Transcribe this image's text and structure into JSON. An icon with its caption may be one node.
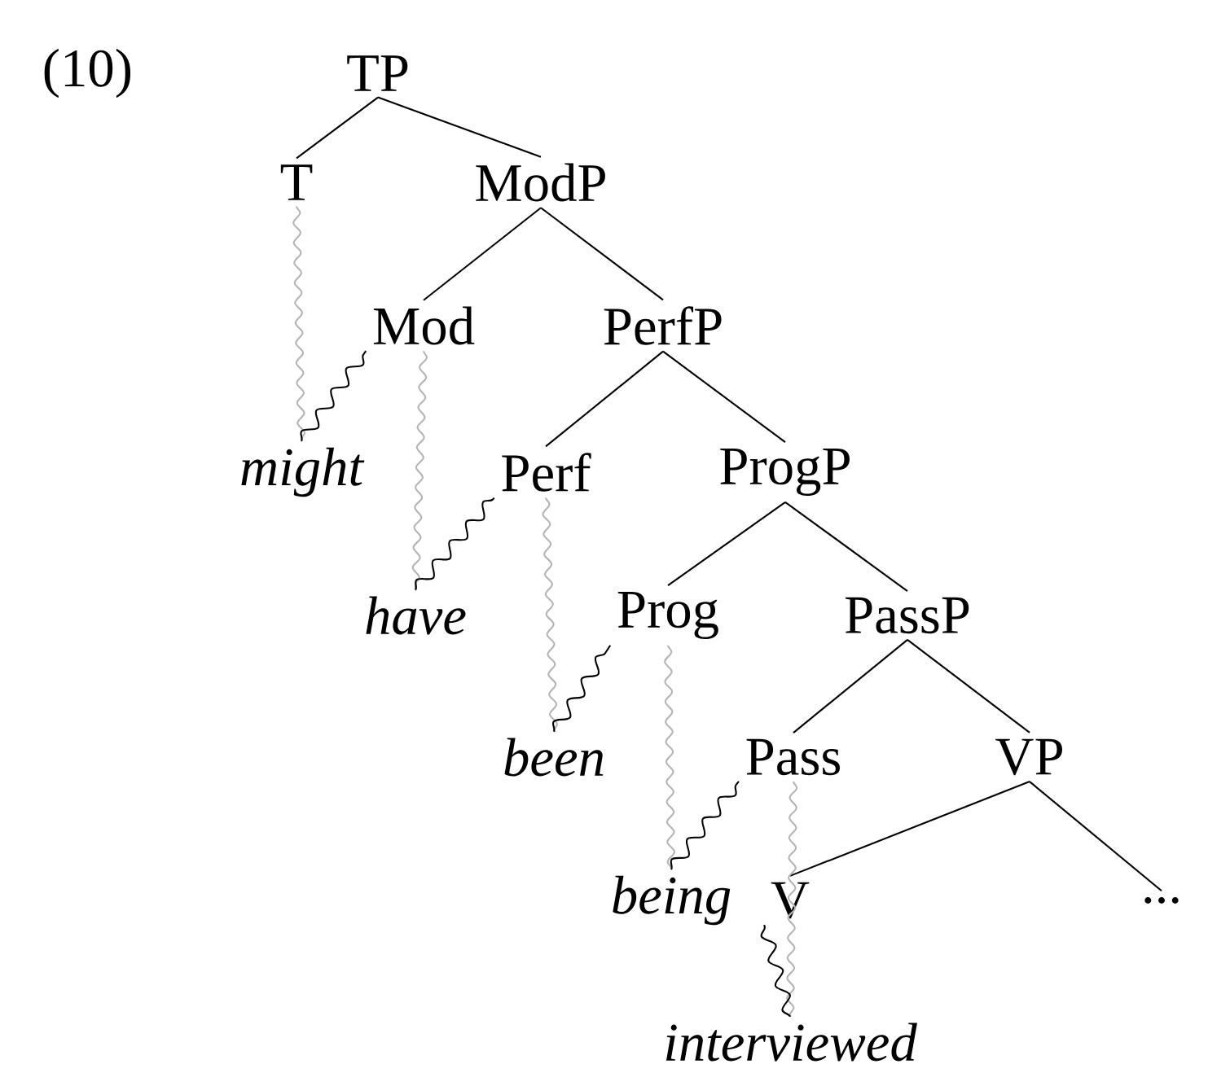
{
  "diagram": {
    "nodes": [
      {
        "text": [
          "TP"
        ]
      },
      {
        "text": [
          "T"
        ]
      },
      {
        "text": [
          "ModP"
        ]
      },
      {
        "text": [
          "Mod"
        ]
      },
      {
        "text": [
          "PerfP"
        ]
      },
      {
        "text": [
          "might"
        ]
      },
      {
        "text": [
          "Perf"
        ]
      },
      {
        "text": [
          "ProgP"
        ]
      },
      {
        "text": [
          "have"
        ]
      },
      {
        "text": [
          "Prog"
        ]
      },
      {
        "text": [
          "PassP"
        ]
      },
      {
        "text": [
          "been"
        ]
      },
      {
        "text": [
          "Pass"
        ]
      },
      {
        "text": [
          "VP"
        ]
      },
      {
        "text": [
          "being"
        ]
      },
      {
        "text": [
          "V"
        ]
      },
      {
        "text": [
          "..."
        ]
      },
      {
        "text": [
          "interviewed"
        ]
      }
    ],
    "edges": [
      {
        "from": 0,
        "to": 1,
        "arrow": "none"
      },
      {
        "from": 0,
        "to": 2,
        "arrow": "none"
      },
      {
        "from": 2,
        "to": 3,
        "arrow": "none"
      },
      {
        "from": 2,
        "to": 4,
        "arrow": "none"
      },
      {
        "from": 4,
        "to": 6,
        "arrow": "none"
      },
      {
        "from": 4,
        "to": 7,
        "arrow": "none"
      },
      {
        "from": 7,
        "to": 9,
        "arrow": "none"
      },
      {
        "from": 7,
        "to": 10,
        "arrow": "none"
      },
      {
        "from": 10,
        "to": 12,
        "arrow": "none"
      },
      {
        "from": 10,
        "to": 13,
        "arrow": "none"
      },
      {
        "from": 13,
        "to": 15,
        "arrow": "none"
      },
      {
        "from": 13,
        "to": 16,
        "arrow": "none"
      },
      {
        "from": 1,
        "to": 5,
        "arrow": "none",
        "color": "#b4b4b4"
      },
      {
        "from": 5,
        "to": 3,
        "arrow": "none"
      },
      {
        "from": 3,
        "to": 8,
        "arrow": "none",
        "color": "#b4b4b4"
      },
      {
        "from": 8,
        "to": 6,
        "arrow": "none"
      },
      {
        "from": 6,
        "to": 11,
        "arrow": "none",
        "color": "#b4b4b4"
      },
      {
        "from": 11,
        "to": 9,
        "arrow": "none"
      },
      {
        "from": 9,
        "to": 14,
        "arrow": "none",
        "color": "#b4b4b4"
      },
      {
        "from": 14,
        "to": 12,
        "arrow": "none"
      },
      {
        "from": 12,
        "to": 17,
        "arrow": "none",
        "color": "#b4b4b4"
      },
      {
        "from": 17,
        "to": 15,
        "arrow": "none"
      }
    ],
    "labels": [
      "(10)"
    ]
  }
}
